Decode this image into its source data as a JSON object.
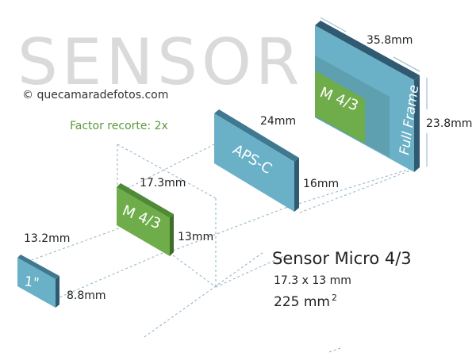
{
  "title": "SENSOR",
  "copyright": "© quecamaradefotos.com",
  "crop_factor": "Factor recorte: 2x",
  "colors": {
    "title": "#dadada",
    "blue_face": "#6ab0c6",
    "blue_side": "#2f5a72",
    "blue_top": "#3f7890",
    "green_face": "#6fac4a",
    "green_side": "#3f6e2a",
    "green_top": "#4f8a37",
    "ff_inner": "#5e9fb0",
    "crop_text": "#5b9a3a",
    "guide": "#8fb0c4"
  },
  "sensors": {
    "one_inch": {
      "label": "1\"",
      "width": "13.2mm",
      "height": "8.8mm"
    },
    "m43": {
      "label": "M 4/3",
      "width": "17.3mm",
      "height": "13mm"
    },
    "apsc": {
      "label": "APS-C",
      "width": "24mm",
      "height": "16mm"
    },
    "full_frame": {
      "label": "Full Frame",
      "inner_m43_label": "M 4/3",
      "width": "35.8mm",
      "height": "23.8mm"
    }
  },
  "info": {
    "name": "Sensor Micro 4/3",
    "dimensions": "17.3 x 13 mm",
    "area": "225 mm",
    "area_exp": "2"
  }
}
